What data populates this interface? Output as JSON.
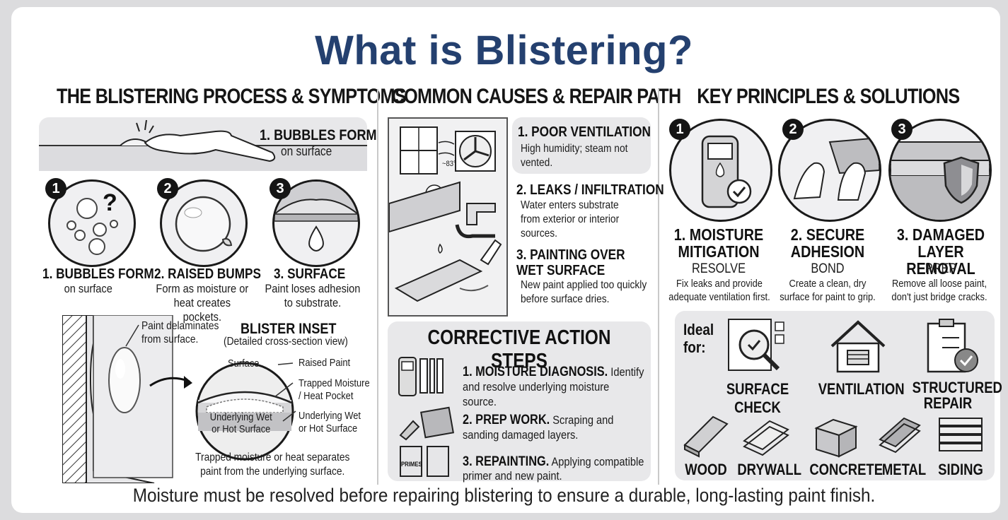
{
  "title": "What is Blistering?",
  "columns": {
    "process": "THE BLISTERING PROCESS & SYMPTOMS",
    "causes": "COMMON CAUSES & REPAIR PATH",
    "principles": "KEY PRINCIPLES & SOLUTIONS"
  },
  "process": {
    "banner": {
      "title": "1. BUBBLES FORM",
      "sub": "on surface"
    },
    "steps": [
      {
        "num": "1",
        "title": "1. BUBBLES FORM",
        "desc": "on surface"
      },
      {
        "num": "2",
        "title": "2. RAISED BUMPS",
        "desc": "Form as moisture or heat creates pockets."
      },
      {
        "num": "3",
        "title": "3. SURFACE",
        "desc": "Paint loses adhesion to substrate."
      }
    ],
    "wall_callout": "Paint delaminates from surface.",
    "inset": {
      "title": "BLISTER INSET",
      "subtitle": "(Detailed cross-section view)",
      "surface": "Surface",
      "underlying_inner": "Underlying Wet or Hot Surface",
      "raised_paint": "Raised Paint",
      "trapped": "Trapped Moisture / Heat Pocket",
      "underlying": "Underlying Wet or Hot Surface",
      "caption": "Trapped moisture or heat separates paint from the underlying surface."
    },
    "question_mark": "?"
  },
  "causes": {
    "items": [
      {
        "title": "1. POOR VENTILATION",
        "desc": "High humidity; steam not vented."
      },
      {
        "title": "2. LEAKS / INFILTRATION",
        "desc": "Water enters substrate from exterior or interior sources."
      },
      {
        "title": "3. PAINTING OVER WET SURFACE",
        "desc": "New paint applied too quickly before surface dries."
      }
    ],
    "window_reading": "~83°",
    "corrective": {
      "title": "CORRECTIVE ACTION STEPS",
      "steps": [
        {
          "bold": "1. MOISTURE DIAGNOSIS.",
          "text": "Identify and resolve underlying moisture source."
        },
        {
          "bold": "2. PREP WORK.",
          "text": "Scraping and sanding damaged layers."
        },
        {
          "bold": "3. REPAINTING.",
          "text": "Applying compatible primer and new paint."
        }
      ],
      "can_label": "PRIMES"
    }
  },
  "principles": {
    "items": [
      {
        "num": "1",
        "title": "1. MOISTURE MITIGATION",
        "keyword": "RESOLVE",
        "desc": "Fix leaks and provide adequate ventilation first."
      },
      {
        "num": "2",
        "title": "2. SECURE ADHESION",
        "keyword": "BOND",
        "desc": "Create a clean, dry surface for paint to grip."
      },
      {
        "num": "3",
        "title": "3. DAMAGED LAYER REMOVAL",
        "keyword": "PREP",
        "desc": "Remove all loose paint, don't just bridge cracks."
      }
    ],
    "ideal": {
      "label": "Ideal for:",
      "uses": [
        "SURFACE CHECK",
        "VENTILATION",
        "STRUCTURED REPAIR"
      ],
      "materials": [
        "WOOD",
        "DRYWALL",
        "CONCRETE",
        "METAL",
        "SIDING"
      ]
    }
  },
  "footer": "Moisture must be resolved before repairing blistering to ensure a durable, long-lasting paint finish."
}
